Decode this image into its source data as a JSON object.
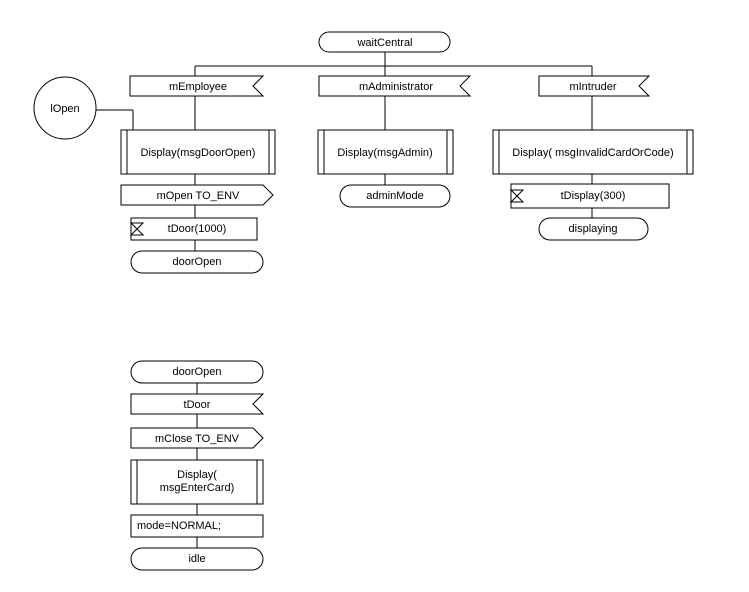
{
  "diagram": {
    "top": {
      "state": "waitCentral",
      "connector": "lOpen",
      "branch_employee": {
        "input": "mEmployee",
        "task": "Display(msgDoorOpen)",
        "output": "mOpen TO_ENV",
        "timer": "tDoor(1000)",
        "next_state": "doorOpen"
      },
      "branch_admin": {
        "input": "mAdministrator",
        "task": "Display(msgAdmin)",
        "next_state": "adminMode"
      },
      "branch_intruder": {
        "input": "mIntruder",
        "task": "Display( msgInvalidCardOrCode)",
        "timer": "tDisplay(300)",
        "next_state": "displaying"
      }
    },
    "bottom": {
      "state": "doorOpen",
      "input": "tDoor",
      "output": "mClose TO_ENV",
      "task_line1": "Display(",
      "task_line2": "msgEnterCard)",
      "assignment": "mode=NORMAL;",
      "next_state": "idle"
    }
  }
}
